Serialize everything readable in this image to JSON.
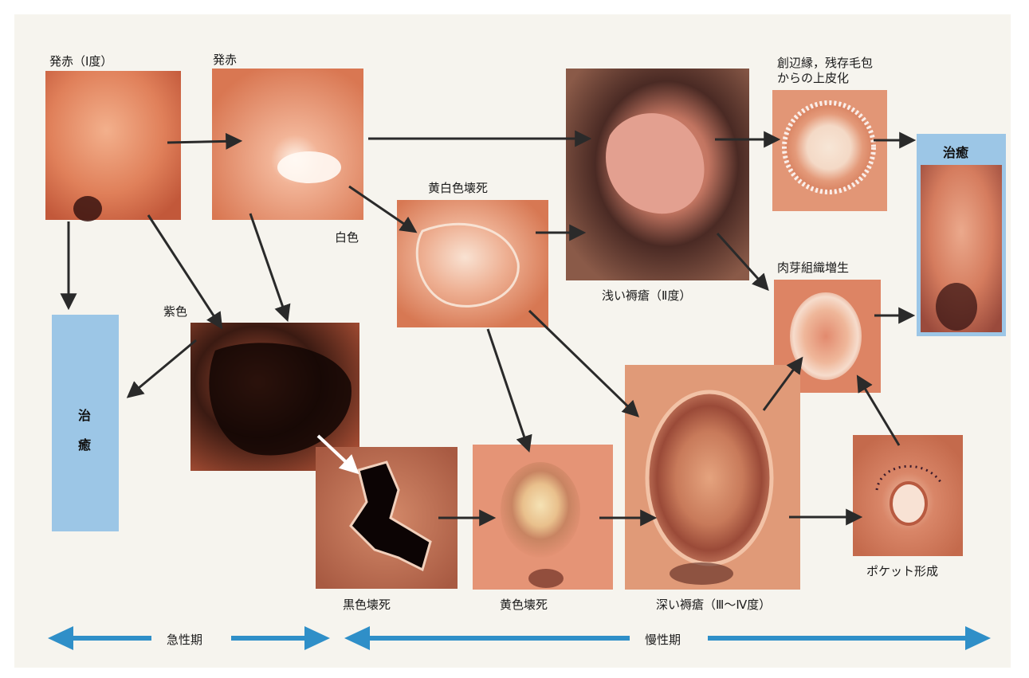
{
  "labels": {
    "redness_stage1": "発赤（Ⅰ度）",
    "redness": "発赤",
    "white": "白色",
    "purple": "紫色",
    "yellow_white_necrosis": "黄白色壊死",
    "shallow_ulcer": "浅い褥瘡（Ⅱ度）",
    "epithelialization_line1": "創辺縁，残存毛包",
    "epithelialization_line2": "からの上皮化",
    "granulation": "肉芽組織増生",
    "black_necrosis": "黒色壊死",
    "yellow_necrosis": "黄色壊死",
    "deep_ulcer": "深い褥瘡（Ⅲ～Ⅳ度）",
    "pocket_formation": "ポケット形成"
  },
  "healing": {
    "left_char1": "治",
    "left_char2": "癒",
    "right_label": "治癒"
  },
  "phases": {
    "acute": "急性期",
    "chronic": "慢性期"
  },
  "colors": {
    "healing_box": "#9cc6e6",
    "phase_arrow": "#2f8fc8",
    "arrow": "#2a2a2a"
  }
}
